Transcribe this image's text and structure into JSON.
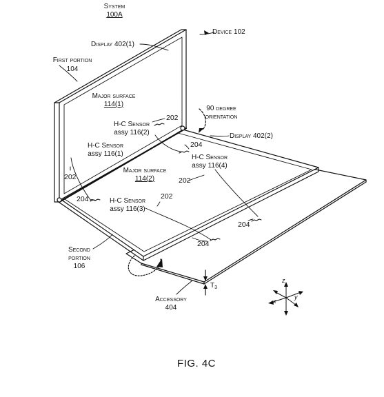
{
  "system": {
    "title": "System",
    "ref": "100A"
  },
  "labels": {
    "display_4021": "Display 402(1)",
    "device": "Device 102",
    "first_portion": "First portion",
    "first_portion_ref": "104",
    "major_surface_1": "Major surface",
    "major_surface_1_ref": "114(1)",
    "ninety_degree": "90 degree",
    "orientation": "orientation",
    "display_4022": "Display 402(2)",
    "hc_sensor_2": "H-C Sensor",
    "hc_sensor_2_assy": "assy 116(2)",
    "hc_sensor_1": "H-C Sensor",
    "hc_sensor_1_assy": "assy 116(1)",
    "major_surface_2": "Major surface",
    "major_surface_2_ref": "114(2)",
    "hc_sensor_4": "H-C Sensor",
    "hc_sensor_4_assy": "assy 116(4)",
    "hc_sensor_3": "H-C Sensor",
    "hc_sensor_3_assy": "assy 116(3)",
    "second_portion": "Second",
    "second_portion_2": "portion",
    "second_portion_ref": "106",
    "accessory": "Accessory",
    "accessory_ref": "404",
    "t3": "T",
    "t3_sub": "3",
    "ref_202": "202",
    "ref_204": "204",
    "axis_z": "z",
    "axis_x": "x",
    "axis_y": "y"
  },
  "caption": "FIG. 4C"
}
